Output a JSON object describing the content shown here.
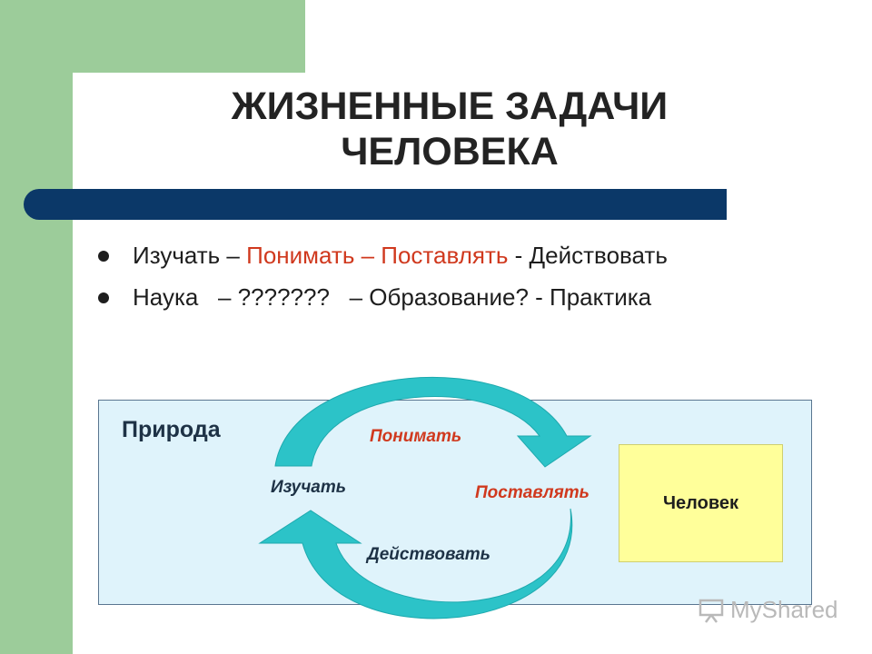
{
  "title": {
    "line1": "ЖИЗНЕННЫЕ ЗАДАЧИ",
    "line2": "ЧЕЛОВЕКА"
  },
  "bullets": [
    {
      "parts": [
        "Изучать – ",
        "Понимать – Поставлять",
        " - Действовать"
      ]
    },
    {
      "parts": [
        "Наука",
        "   – ???????",
        "   – Образование?",
        " - Практика"
      ]
    }
  ],
  "diagram": {
    "nature_label": "Природа",
    "human_label": "Человек",
    "cycle": {
      "understand": "Понимать",
      "deliver": "Поставлять",
      "act": "Действовать",
      "study": "Изучать"
    }
  },
  "watermark": "MyShared",
  "colors": {
    "sidebar_green": "#9ccc9a",
    "title_bar": "#0b3868",
    "accent_red": "#d0391e",
    "arrow_teal": "#2cc3c8",
    "nature_fill": "#dff3fb",
    "human_fill": "#ffff9a"
  }
}
